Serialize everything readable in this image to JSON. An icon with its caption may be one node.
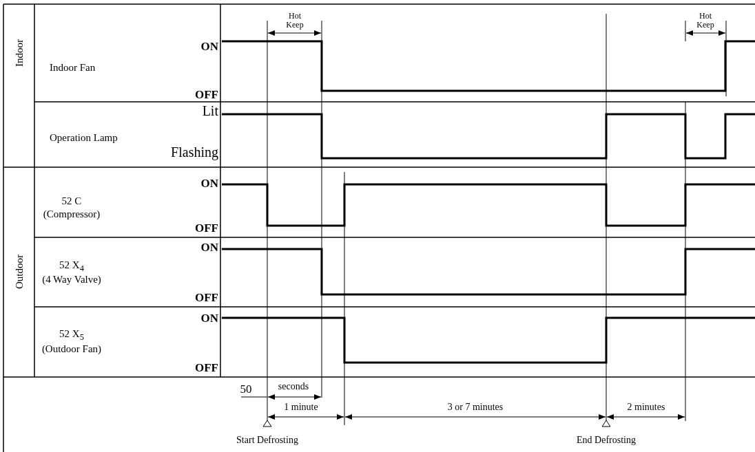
{
  "diagram": {
    "labels": [
      "Hot Keep",
      "Hot Keep",
      "Indoor",
      "Indoor Fan",
      "ON",
      "OFF",
      "Lit",
      "Operation Lamp",
      "Flashing",
      "Outdoor",
      "52 C",
      "(Compressor)",
      "ON",
      "OFF",
      "52 X$_{4}$",
      "(4 Way Valve)",
      "ON",
      "OFF",
      "52 X$_{5}$",
      "(Outdoor Fan)",
      "ON",
      "OFF",
      "50",
      "seconds",
      "1 minute",
      "3 or 7 minutes",
      "2 minutes",
      "Start Defrosting",
      "End Defrosting"
    ]
  }
}
